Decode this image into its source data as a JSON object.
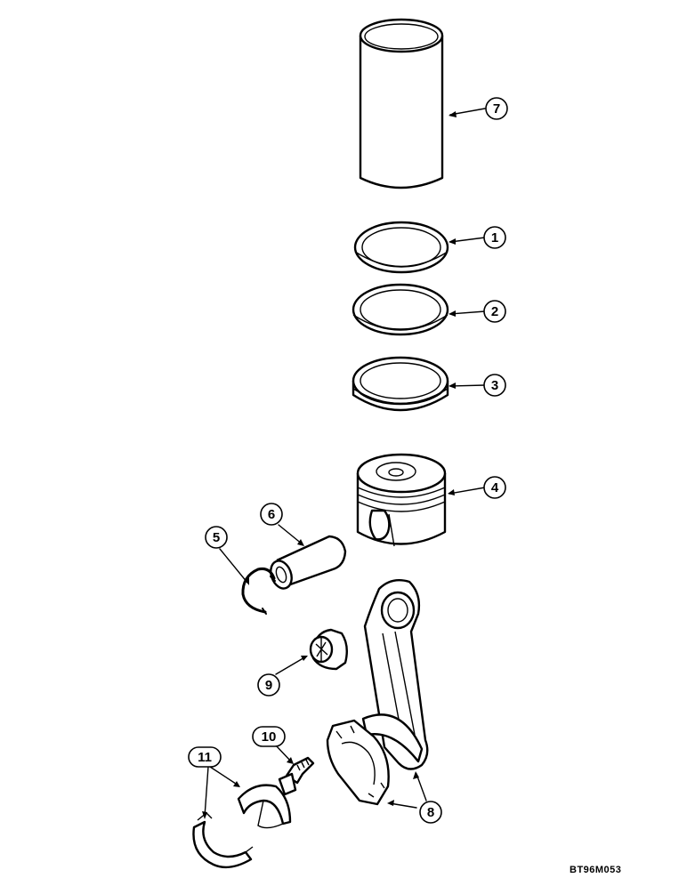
{
  "drawing_code": "BT96M053",
  "callouts": [
    {
      "id": "cylinder-sleeve",
      "label": "7"
    },
    {
      "id": "ring-top",
      "label": "1"
    },
    {
      "id": "ring-second",
      "label": "2"
    },
    {
      "id": "ring-oil",
      "label": "3"
    },
    {
      "id": "piston",
      "label": "4"
    },
    {
      "id": "snap-ring",
      "label": "5"
    },
    {
      "id": "piston-pin",
      "label": "6"
    },
    {
      "id": "pin-bushing",
      "label": "9"
    },
    {
      "id": "rod-bolt",
      "label": "10"
    },
    {
      "id": "bearing-shells",
      "label": "11"
    },
    {
      "id": "connecting-rod",
      "label": "8"
    }
  ]
}
